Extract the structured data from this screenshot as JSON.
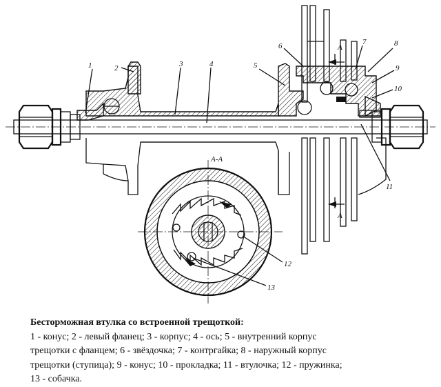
{
  "labels": {
    "n1": "1",
    "n2": "2",
    "n3": "3",
    "n4": "4",
    "n5": "5",
    "n6": "6",
    "n7": "7",
    "n8": "8",
    "n9": "9",
    "n10": "10",
    "n11": "11",
    "n12": "12",
    "n13": "13"
  },
  "section": {
    "title": "А-А",
    "mark_top": "А",
    "mark_bottom": "А"
  },
  "caption": {
    "title": "Бесторможная втулка со встроенной трещоткой:",
    "line1": "1 - конус; 2 - левый фланец; 3 - корпус; 4 - ось; 5 - внутренний корпус",
    "line2": "трещотки с фланцем; 6 - звёздочка; 7 - контргайка; 8 - наружный корпус",
    "line3": "трещотки (ступица); 9 - конус; 10 - прокладка; 11 - втулочка; 12 - пружинка;",
    "line4": "13 - собачка."
  }
}
